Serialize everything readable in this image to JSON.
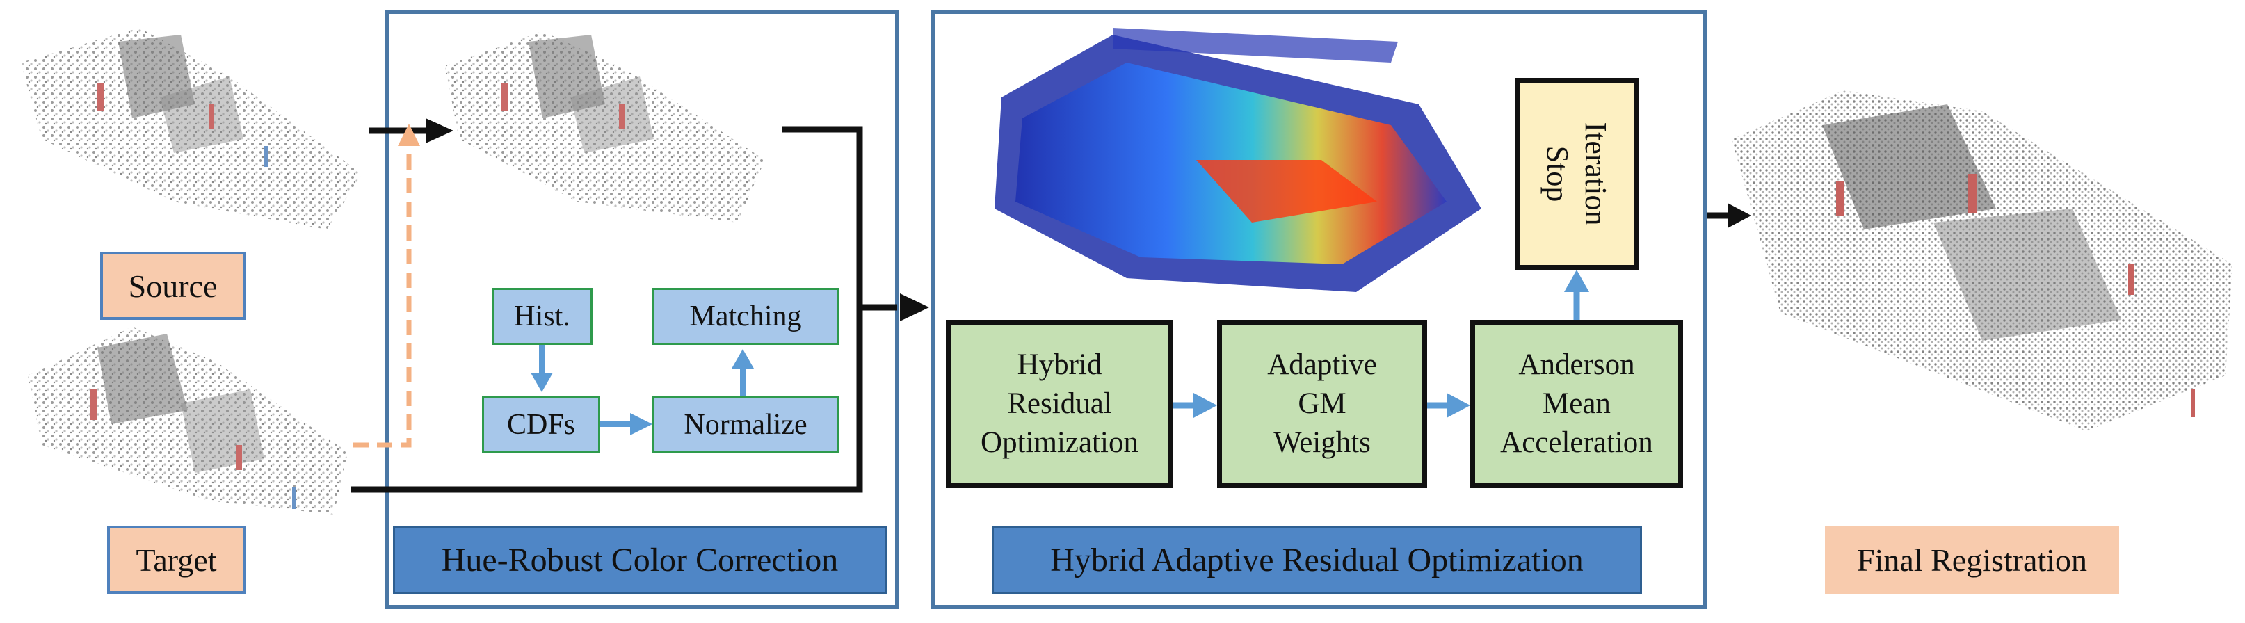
{
  "labels": {
    "source": "Source",
    "target": "Target",
    "final": "Final Registration"
  },
  "panel_color": {
    "title": "Hue-Robust Color Correction",
    "hist": "Hist.",
    "cdfs": "CDFs",
    "normalize": "Normalize",
    "matching": "Matching"
  },
  "panel_opt": {
    "title": "Hybrid Adaptive Residual Optimization",
    "hybrid": "Hybrid\nResidual\nOptimization",
    "adaptive": "Adaptive\nGM\nWeights",
    "anderson": "Anderson\nMean\nAcceleration",
    "iteration": "Iteration\nStop"
  },
  "colors": {
    "panel_border": "#4a77a5",
    "title_fill": "#4f86c6",
    "peach_fill": "#f8cbad",
    "blue_fill": "#a7c7ea",
    "green_fill": "#c5e0b3",
    "yellow_fill": "#fdf0c2",
    "arrow_blue": "#5b9bd5",
    "arrow_dashed": "#f4b183",
    "arrow_black": "#111111"
  },
  "icons": [
    "source-point-cloud-icon",
    "target-point-cloud-icon",
    "corrected-point-cloud-icon",
    "residual-heatmap-icon",
    "registered-point-cloud-icon"
  ]
}
